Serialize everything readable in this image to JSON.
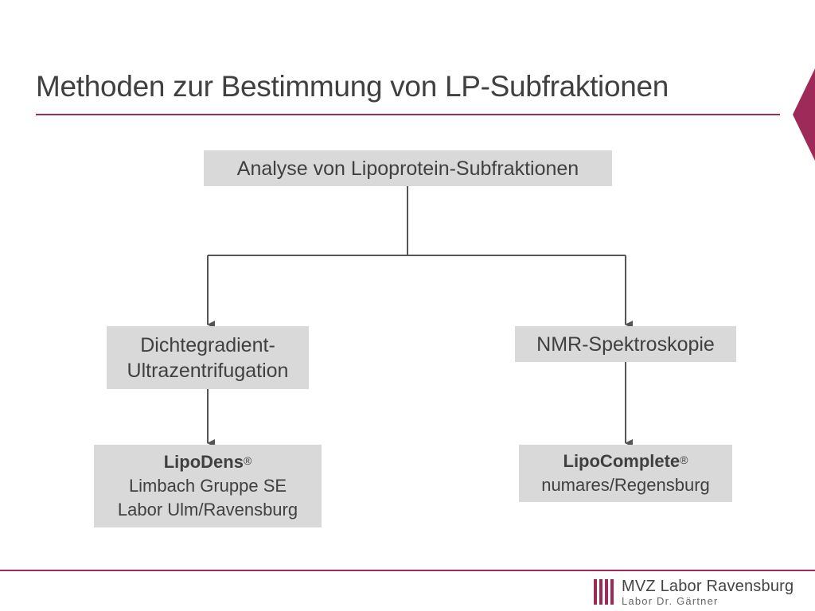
{
  "slide": {
    "title": "Methoden zur Bestimmung von LP-Subfraktionen"
  },
  "diagram": {
    "root": "Analyse von Lipoprotein-Subfraktionen",
    "left_method": {
      "line1": "Dichtegradient-",
      "line2": "Ultrazentrifugation"
    },
    "right_method": "NMR-Spektroskopie",
    "left_product": {
      "name": "LipoDens",
      "mark": "®",
      "line2": "Limbach Gruppe SE",
      "line3": "Labor Ulm/Ravensburg"
    },
    "right_product": {
      "name": "LipoComplete",
      "mark": "®",
      "line2": "numares/Regensburg"
    }
  },
  "footer": {
    "logo_main": "MVZ Labor Ravensburg",
    "logo_sub": "Labor Dr. Gärtner"
  },
  "colors": {
    "accent": "#9e2a5a",
    "box_fill": "#d9d9d9",
    "text": "#404040",
    "connector": "#555555"
  }
}
